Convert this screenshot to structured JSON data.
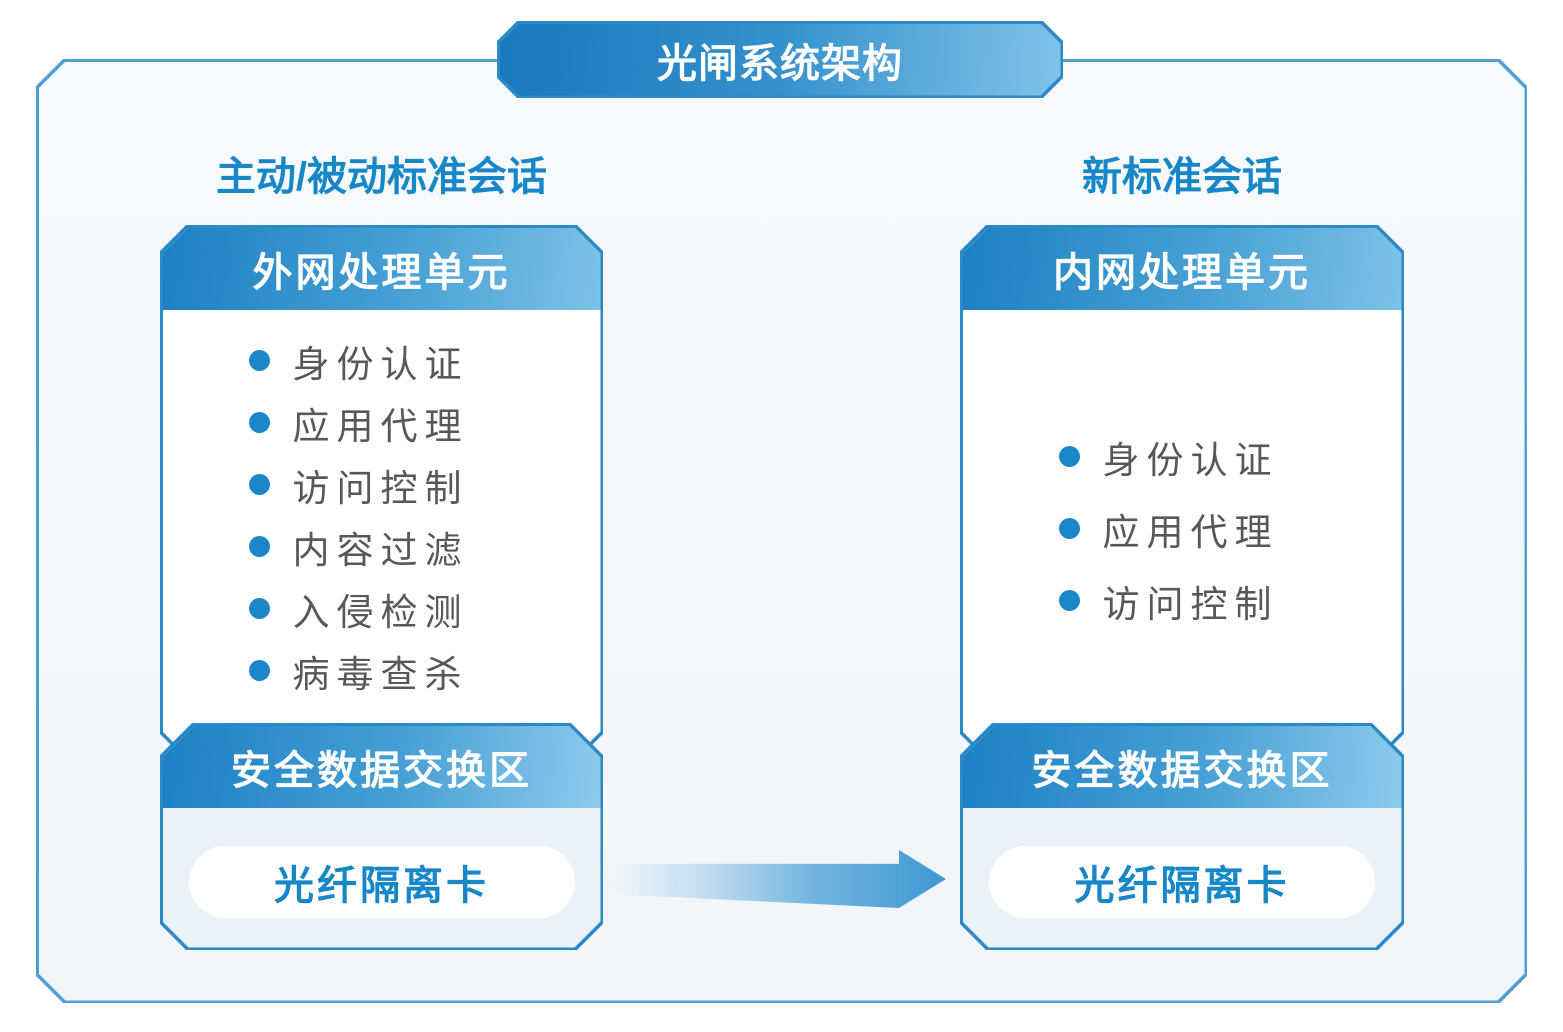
{
  "title_banner": {
    "text": "光闸系统架构"
  },
  "columns": [
    {
      "session_heading": "主动/被动标准会话",
      "unit": {
        "title": "外网处理单元",
        "features": [
          "身份认证",
          "应用代理",
          "访问控制",
          "内容过滤",
          "入侵检测",
          "病毒查杀"
        ]
      },
      "exchange": {
        "title": "安全数据交换区",
        "card": "光纤隔离卡"
      }
    },
    {
      "session_heading": "新标准会话",
      "unit": {
        "title": "内网处理单元",
        "features": [
          "身份认证",
          "应用代理",
          "访问控制"
        ]
      },
      "exchange": {
        "title": "安全数据交换区",
        "card": "光纤隔离卡"
      }
    }
  ],
  "arrow": {
    "direction": "left-to-right"
  },
  "colors": {
    "primary_blue": "#1787c8",
    "header_gradient_start": "#1c80c3",
    "header_gradient_end": "#7dc2e8",
    "card_border": "#2b8ac6",
    "panel_border": "#4f9fd2",
    "panel_bg": "#f4f8fc",
    "exchange_body_bg": "#eaf1f8",
    "feature_text": "#595757",
    "bullet_dot": "#1b87c9",
    "arrow_blue": "#3e98d3"
  }
}
